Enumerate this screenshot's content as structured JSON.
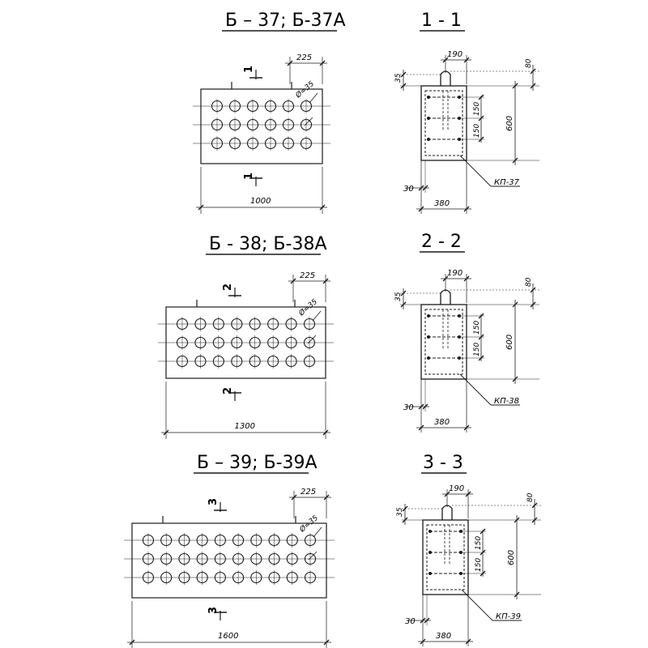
{
  "elements": [
    {
      "plan": {
        "title": "Б – 37; Б-37А",
        "length_label": "1000",
        "edge_label": "225",
        "hole_label": "Ø=35",
        "section_top": "1",
        "section_bottom": "1",
        "cols": 6,
        "rows": 3
      },
      "section": {
        "title": "1 - 1",
        "top_width": "190",
        "top_offset": "80",
        "left_offset": "35",
        "spacing_a": "150",
        "spacing_b": "150",
        "height": "600",
        "cover": "30",
        "width": "380",
        "callout": "КП-37"
      }
    },
    {
      "plan": {
        "title": "Б - 38; Б-38А",
        "length_label": "1300",
        "edge_label": "225",
        "hole_label": "Ø=35",
        "section_top": "2",
        "section_bottom": "2",
        "cols": 8,
        "rows": 3
      },
      "section": {
        "title": "2 - 2",
        "top_width": "190",
        "top_offset": "80",
        "left_offset": "35",
        "spacing_a": "150",
        "spacing_b": "150",
        "height": "600",
        "cover": "30",
        "width": "380",
        "callout": "КП-38"
      }
    },
    {
      "plan": {
        "title": "Б – 39; Б-39А",
        "length_label": "1600",
        "edge_label": "225",
        "hole_label": "Ø=35",
        "section_top": "3",
        "section_bottom": "3",
        "cols": 10,
        "rows": 3
      },
      "section": {
        "title": "3 - 3",
        "top_width": "190",
        "top_offset": "80",
        "left_offset": "35",
        "spacing_a": "150",
        "spacing_b": "150",
        "height": "600",
        "cover": "30",
        "width": "380",
        "callout": "КП-39"
      }
    }
  ]
}
